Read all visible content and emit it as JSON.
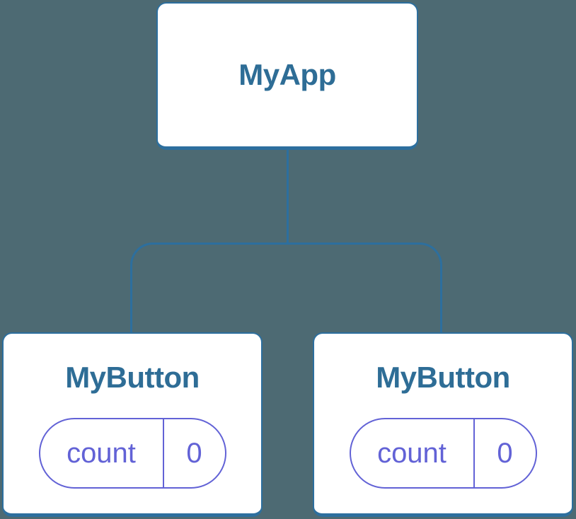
{
  "diagram": {
    "type": "component-tree",
    "root": {
      "label": "MyApp"
    },
    "children": [
      {
        "label": "MyButton",
        "state": {
          "key": "count",
          "value": "0"
        }
      },
      {
        "label": "MyButton",
        "state": {
          "key": "count",
          "value": "0"
        }
      }
    ],
    "colors": {
      "background": "#4d6a73",
      "node_fill": "#ffffff",
      "node_border": "#2d6f9e",
      "node_text": "#2e6d96",
      "connector": "#2d6f9e",
      "state_accent": "#6262d6"
    }
  }
}
